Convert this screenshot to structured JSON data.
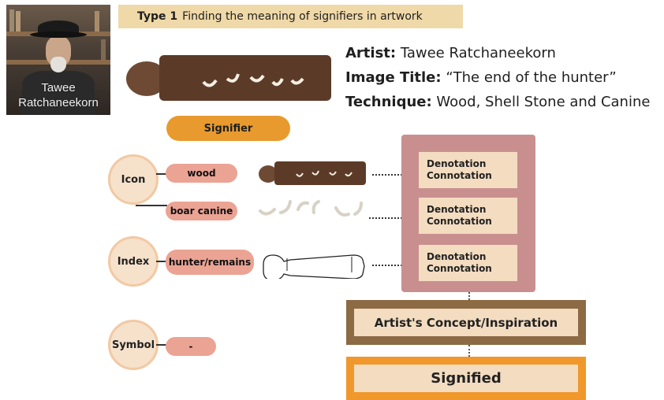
{
  "banner": {
    "type_label": "Type 1",
    "text": "Finding the meaning of signifiers in artwork"
  },
  "portrait": {
    "caption_line1": "Tawee",
    "caption_line2": "Ratchaneekorn"
  },
  "artist_info": {
    "artist_label": "Artist:",
    "artist_value": "Tawee Ratchaneekorn",
    "title_label": "Image Title:",
    "title_value": "“The end of the hunter”",
    "technique_label": "Technique:",
    "technique_value": "Wood, Shell Stone and Canine"
  },
  "signifier": {
    "label": "Signifier"
  },
  "categories": {
    "icon": "Icon",
    "index": "Index",
    "symbol": "Symbol"
  },
  "pills": {
    "wood": "wood",
    "boar_canine": "boar canine",
    "hunter_remains": "hunter/remains",
    "symbol_value": "-"
  },
  "panel": {
    "boxes": [
      {
        "line1": "Denotation",
        "line2": "Connotation"
      },
      {
        "line1": "Denotation",
        "line2": "Connotation"
      },
      {
        "line1": "Denotation",
        "line2": "Connotation"
      }
    ]
  },
  "concept": {
    "label": "Artist's Concept/Inspiration"
  },
  "signified": {
    "label": "Signified"
  },
  "colors": {
    "banner": "#f0d9a8",
    "signifier": "#e89a2e",
    "pill": "#eba394",
    "circle": "#f6e1cb",
    "panel": "#c98f8f",
    "box": "#f3dcc0",
    "concept_border": "#8c6a44",
    "signified_border": "#f0982b"
  }
}
